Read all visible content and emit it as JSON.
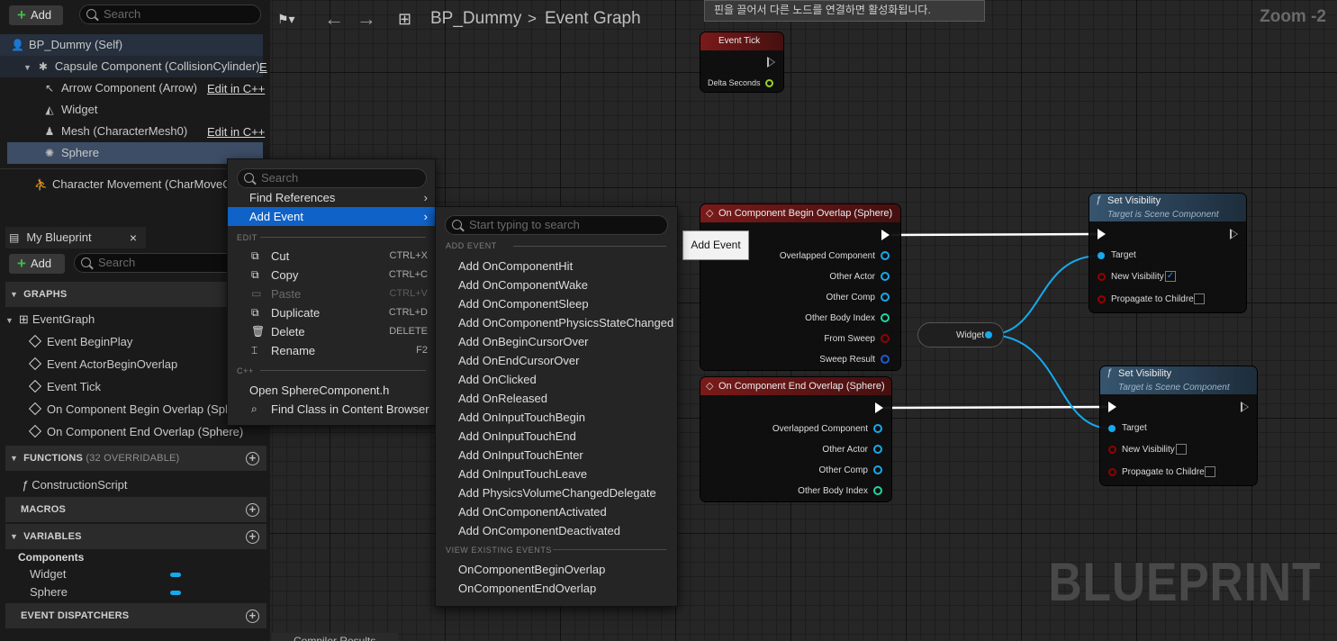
{
  "toolbar": {
    "add_label": "Add",
    "search_placeholder": "Search"
  },
  "components": {
    "self": "BP_Dummy (Self)",
    "capsule": "Capsule Component (CollisionCylinder)",
    "capsule_edit": "E",
    "arrow": "Arrow Component (Arrow)",
    "arrow_edit": "Edit in C++",
    "widget": "Widget",
    "mesh": "Mesh (CharacterMesh0)",
    "mesh_edit": "Edit in C++",
    "sphere": "Sphere",
    "movement": "Character Movement (CharMoveC"
  },
  "my_blueprint": {
    "tab_label": "My Blueprint",
    "close": "×",
    "add_label": "Add",
    "search_placeholder": "Search",
    "graphs_header": "GRAPHS",
    "event_graph": "EventGraph",
    "events": [
      "Event BeginPlay",
      "Event ActorBeginOverlap",
      "Event Tick",
      "On Component Begin Overlap (Sphere)",
      "On Component End Overlap (Sphere)"
    ],
    "functions_header": "FUNCTIONS",
    "functions_note": "(32 OVERRIDABLE)",
    "construction_script": "ConstructionScript",
    "macros_header": "MACROS",
    "variables_header": "VARIABLES",
    "components_group": "Components",
    "variables": [
      "Widget",
      "Sphere"
    ],
    "dispatchers_header": "EVENT DISPATCHERS"
  },
  "graph": {
    "breadcrumb_bp": "BP_Dummy",
    "breadcrumb_sep": ">",
    "breadcrumb_graph": "Event Graph",
    "zoom": "Zoom -2",
    "watermark": "BLUEPRINT",
    "hint": "핀을 끌어서 다른 노드를 연결하면 활성화됩니다.",
    "bottom_tab": "Compiler Results",
    "tooltip": "Add Event"
  },
  "nodes": {
    "event_tick": {
      "title": "Event Tick",
      "pin": "Delta Seconds"
    },
    "begin_overlap": {
      "title": "On Component Begin Overlap (Sphere)",
      "pins": [
        "Overlapped Component",
        "Other Actor",
        "Other Comp",
        "Other Body Index",
        "From Sweep",
        "Sweep Result"
      ]
    },
    "end_overlap": {
      "title": "On Component End Overlap (Sphere)",
      "pins": [
        "Overlapped Component",
        "Other Actor",
        "Other Comp",
        "Other Body Index"
      ]
    },
    "widget_getter": {
      "label": "Widget"
    },
    "set_visibility_1": {
      "title": "Set Visibility",
      "subtitle": "Target is Scene Component",
      "pins": [
        "Target",
        "New Visibility",
        "Propagate to Children"
      ],
      "checked": true
    },
    "set_visibility_2": {
      "title": "Set Visibility",
      "subtitle": "Target is Scene Component",
      "pins": [
        "Target",
        "New Visibility",
        "Propagate to Children"
      ],
      "checked": false
    }
  },
  "context_menu": {
    "search_placeholder": "Search",
    "find_references": "Find References",
    "add_event": "Add Event",
    "edit_header": "EDIT",
    "edit_items": [
      {
        "label": "Cut",
        "key": "CTRL+X"
      },
      {
        "label": "Copy",
        "key": "CTRL+C"
      },
      {
        "label": "Paste",
        "key": "CTRL+V"
      },
      {
        "label": "Duplicate",
        "key": "CTRL+D"
      },
      {
        "label": "Delete",
        "key": "DELETE"
      },
      {
        "label": "Rename",
        "key": "F2"
      }
    ],
    "cpp_header": "C++",
    "open_source": "Open SphereComponent.h",
    "find_class": "Find Class in Content Browser"
  },
  "submenu": {
    "search_placeholder": "Start typing to search",
    "add_event_header": "ADD EVENT",
    "add_events": [
      "Add OnComponentHit",
      "Add OnComponentWake",
      "Add OnComponentSleep",
      "Add OnComponentPhysicsStateChanged",
      "Add OnBeginCursorOver",
      "Add OnEndCursorOver",
      "Add OnClicked",
      "Add OnReleased",
      "Add OnInputTouchBegin",
      "Add OnInputTouchEnd",
      "Add OnInputTouchEnter",
      "Add OnInputTouchLeave",
      "Add PhysicsVolumeChangedDelegate",
      "Add OnComponentActivated",
      "Add OnComponentDeactivated"
    ],
    "existing_header": "VIEW EXISTING EVENTS",
    "existing_events": [
      "OnComponentBeginOverlap",
      "OnComponentEndOverlap"
    ]
  },
  "colors": {
    "accent": "#0f62c7",
    "event_header": "#7a1a1a",
    "function_header": "#36556f",
    "object_pin": "#16a9ec",
    "bool_pin": "#950000",
    "int_pin": "#1ed6a0"
  }
}
